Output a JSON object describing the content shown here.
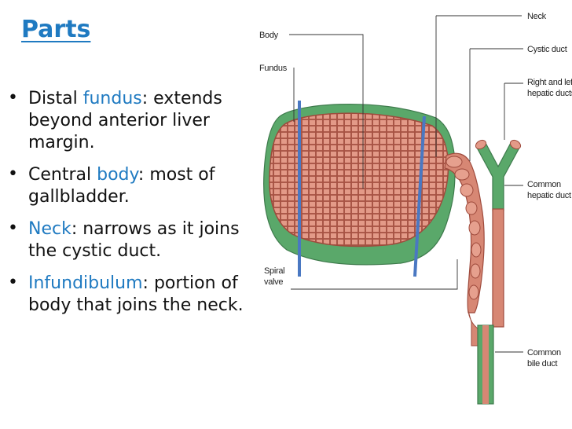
{
  "title": "Parts",
  "bullets": [
    {
      "prefix": "Distal ",
      "keyword": "fundus",
      "suffix": ": extends beyond anterior liver margin."
    },
    {
      "prefix": "Central ",
      "keyword": "body",
      "suffix": ": most of gallbladder."
    },
    {
      "prefix": "",
      "keyword": "Neck",
      "suffix": ": narrows as it joins the cystic duct."
    },
    {
      "prefix": "",
      "keyword": "Infundibulum",
      "suffix": ": portion of body that joins the neck."
    }
  ],
  "diagram_labels": {
    "neck": "Neck",
    "body": "Body",
    "cystic_duct": "Cystic duct",
    "fundus": "Fundus",
    "hepatic_ducts_1": "Right and left",
    "hepatic_ducts_2": "hepatic ducts",
    "common_hepatic_1": "Common",
    "common_hepatic_2": "hepatic duct",
    "spiral_valve_1": "Spiral",
    "spiral_valve_2": "valve",
    "common_bile_1": "Common",
    "common_bile_2": "bile duct"
  },
  "colors": {
    "title": "#1f7ac1",
    "keyword": "#1f7ac1",
    "mucosa": "#c86a5c",
    "duct_green": "#4e9a5c",
    "marker_line": "#4a78c2"
  }
}
